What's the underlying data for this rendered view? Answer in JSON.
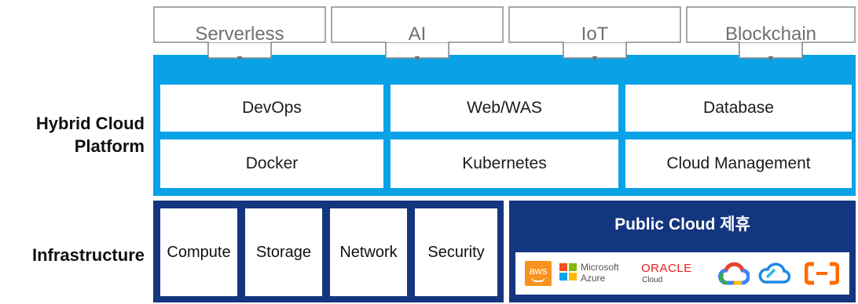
{
  "top_tabs": [
    {
      "label": "Serverless",
      "arrow": "▼"
    },
    {
      "label": "AI",
      "arrow": "▼"
    },
    {
      "label": "IoT",
      "arrow": "▼"
    },
    {
      "label": "Blockchain",
      "arrow": "▼"
    }
  ],
  "platform": {
    "label": "Hybrid Cloud Platform",
    "label_lines": [
      "Hybrid Cloud",
      "Platform"
    ],
    "cells": [
      "DevOps",
      "Web/WAS",
      "Database",
      "Docker",
      "Kubernetes",
      "Cloud Management"
    ],
    "color": "#0aa2e6"
  },
  "infrastructure": {
    "label": "Infrastructure",
    "cells": [
      "Compute",
      "Storage",
      "Network",
      "Security"
    ],
    "color": "#14357f"
  },
  "public_cloud": {
    "title": "Public Cloud 제휴",
    "logos": {
      "aws": "aws",
      "microsoft_line1": "Microsoft",
      "microsoft_line2": "Azure",
      "oracle_line1": "ORACLE",
      "oracle_line2": "Cloud"
    },
    "logo_icons": [
      "aws-logo",
      "microsoft-azure-logo",
      "oracle-cloud-logo",
      "google-cloud-icon",
      "naver-cloud-icon",
      "alibaba-cloud-icon"
    ]
  }
}
